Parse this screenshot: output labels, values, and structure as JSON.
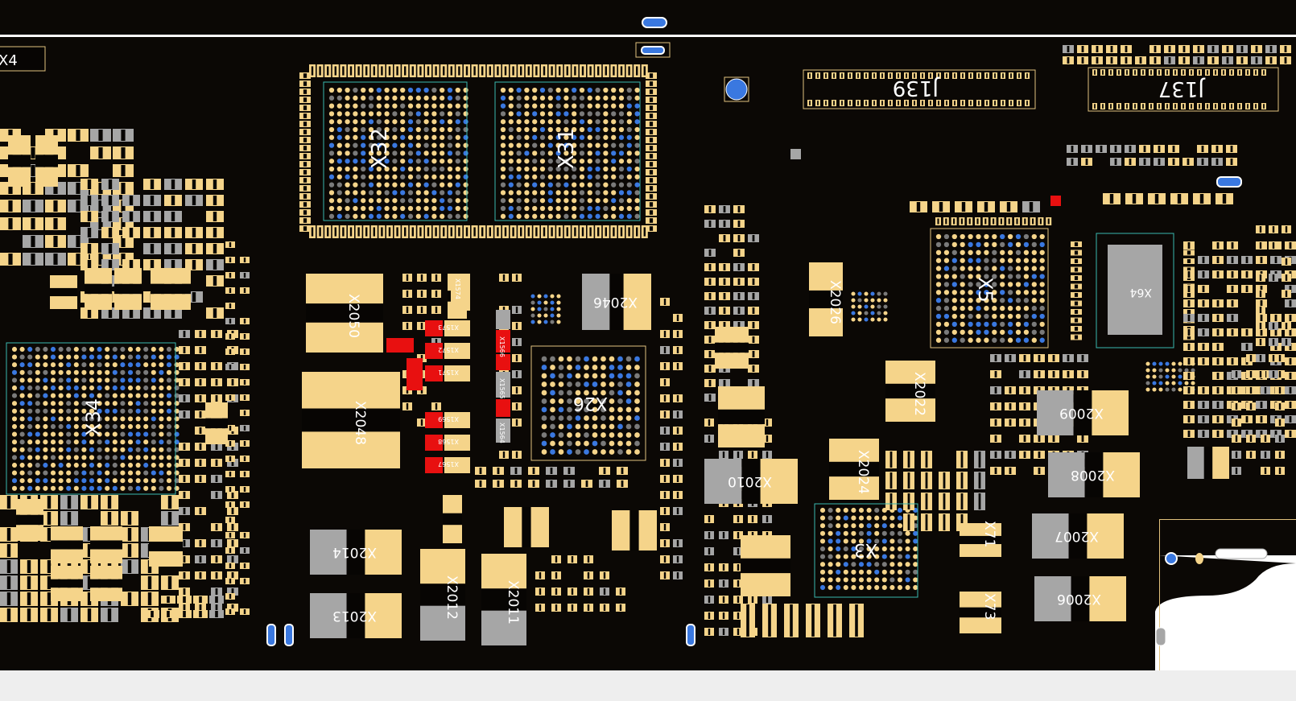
{
  "board": {
    "background": "#0b0805",
    "pad_color": "#f5d48a",
    "gray_pad_color": "#a6a6a6",
    "ball_blue": "#3a78e0",
    "ball_gray": "#7a7a7a",
    "highlight_red": "#e81010",
    "teal_outline": "#38b8b0",
    "frame_color": "#ffffff"
  },
  "labels": {
    "x4": "X4",
    "x32": "X32",
    "x31": "X31",
    "x34": "X34",
    "x26": "X26",
    "x3": "X3",
    "x5": "X5",
    "x64": "X64",
    "j139": "J139",
    "j137": "J137",
    "x2050": "X2050",
    "x2048": "X2048",
    "x2046": "X2046",
    "x2014": "X2014",
    "x2013": "X2013",
    "x2012": "X2012",
    "x2011": "X2011",
    "x2010": "X2010",
    "x2009": "X2009",
    "x2008": "X2008",
    "x2007": "X2007",
    "x2006": "X2006",
    "x2026": "X2026",
    "x2022": "X2022",
    "x2024": "X2024",
    "x1571": "X1571",
    "x1572": "X1572",
    "x1573": "X1573",
    "x1569": "X1569",
    "x1568": "X1568",
    "x1567": "X1567",
    "x1565": "X1565",
    "x1566": "X1566",
    "x1564": "X1564",
    "x1574": "X1574",
    "x71": "X71",
    "x73": "X73"
  }
}
